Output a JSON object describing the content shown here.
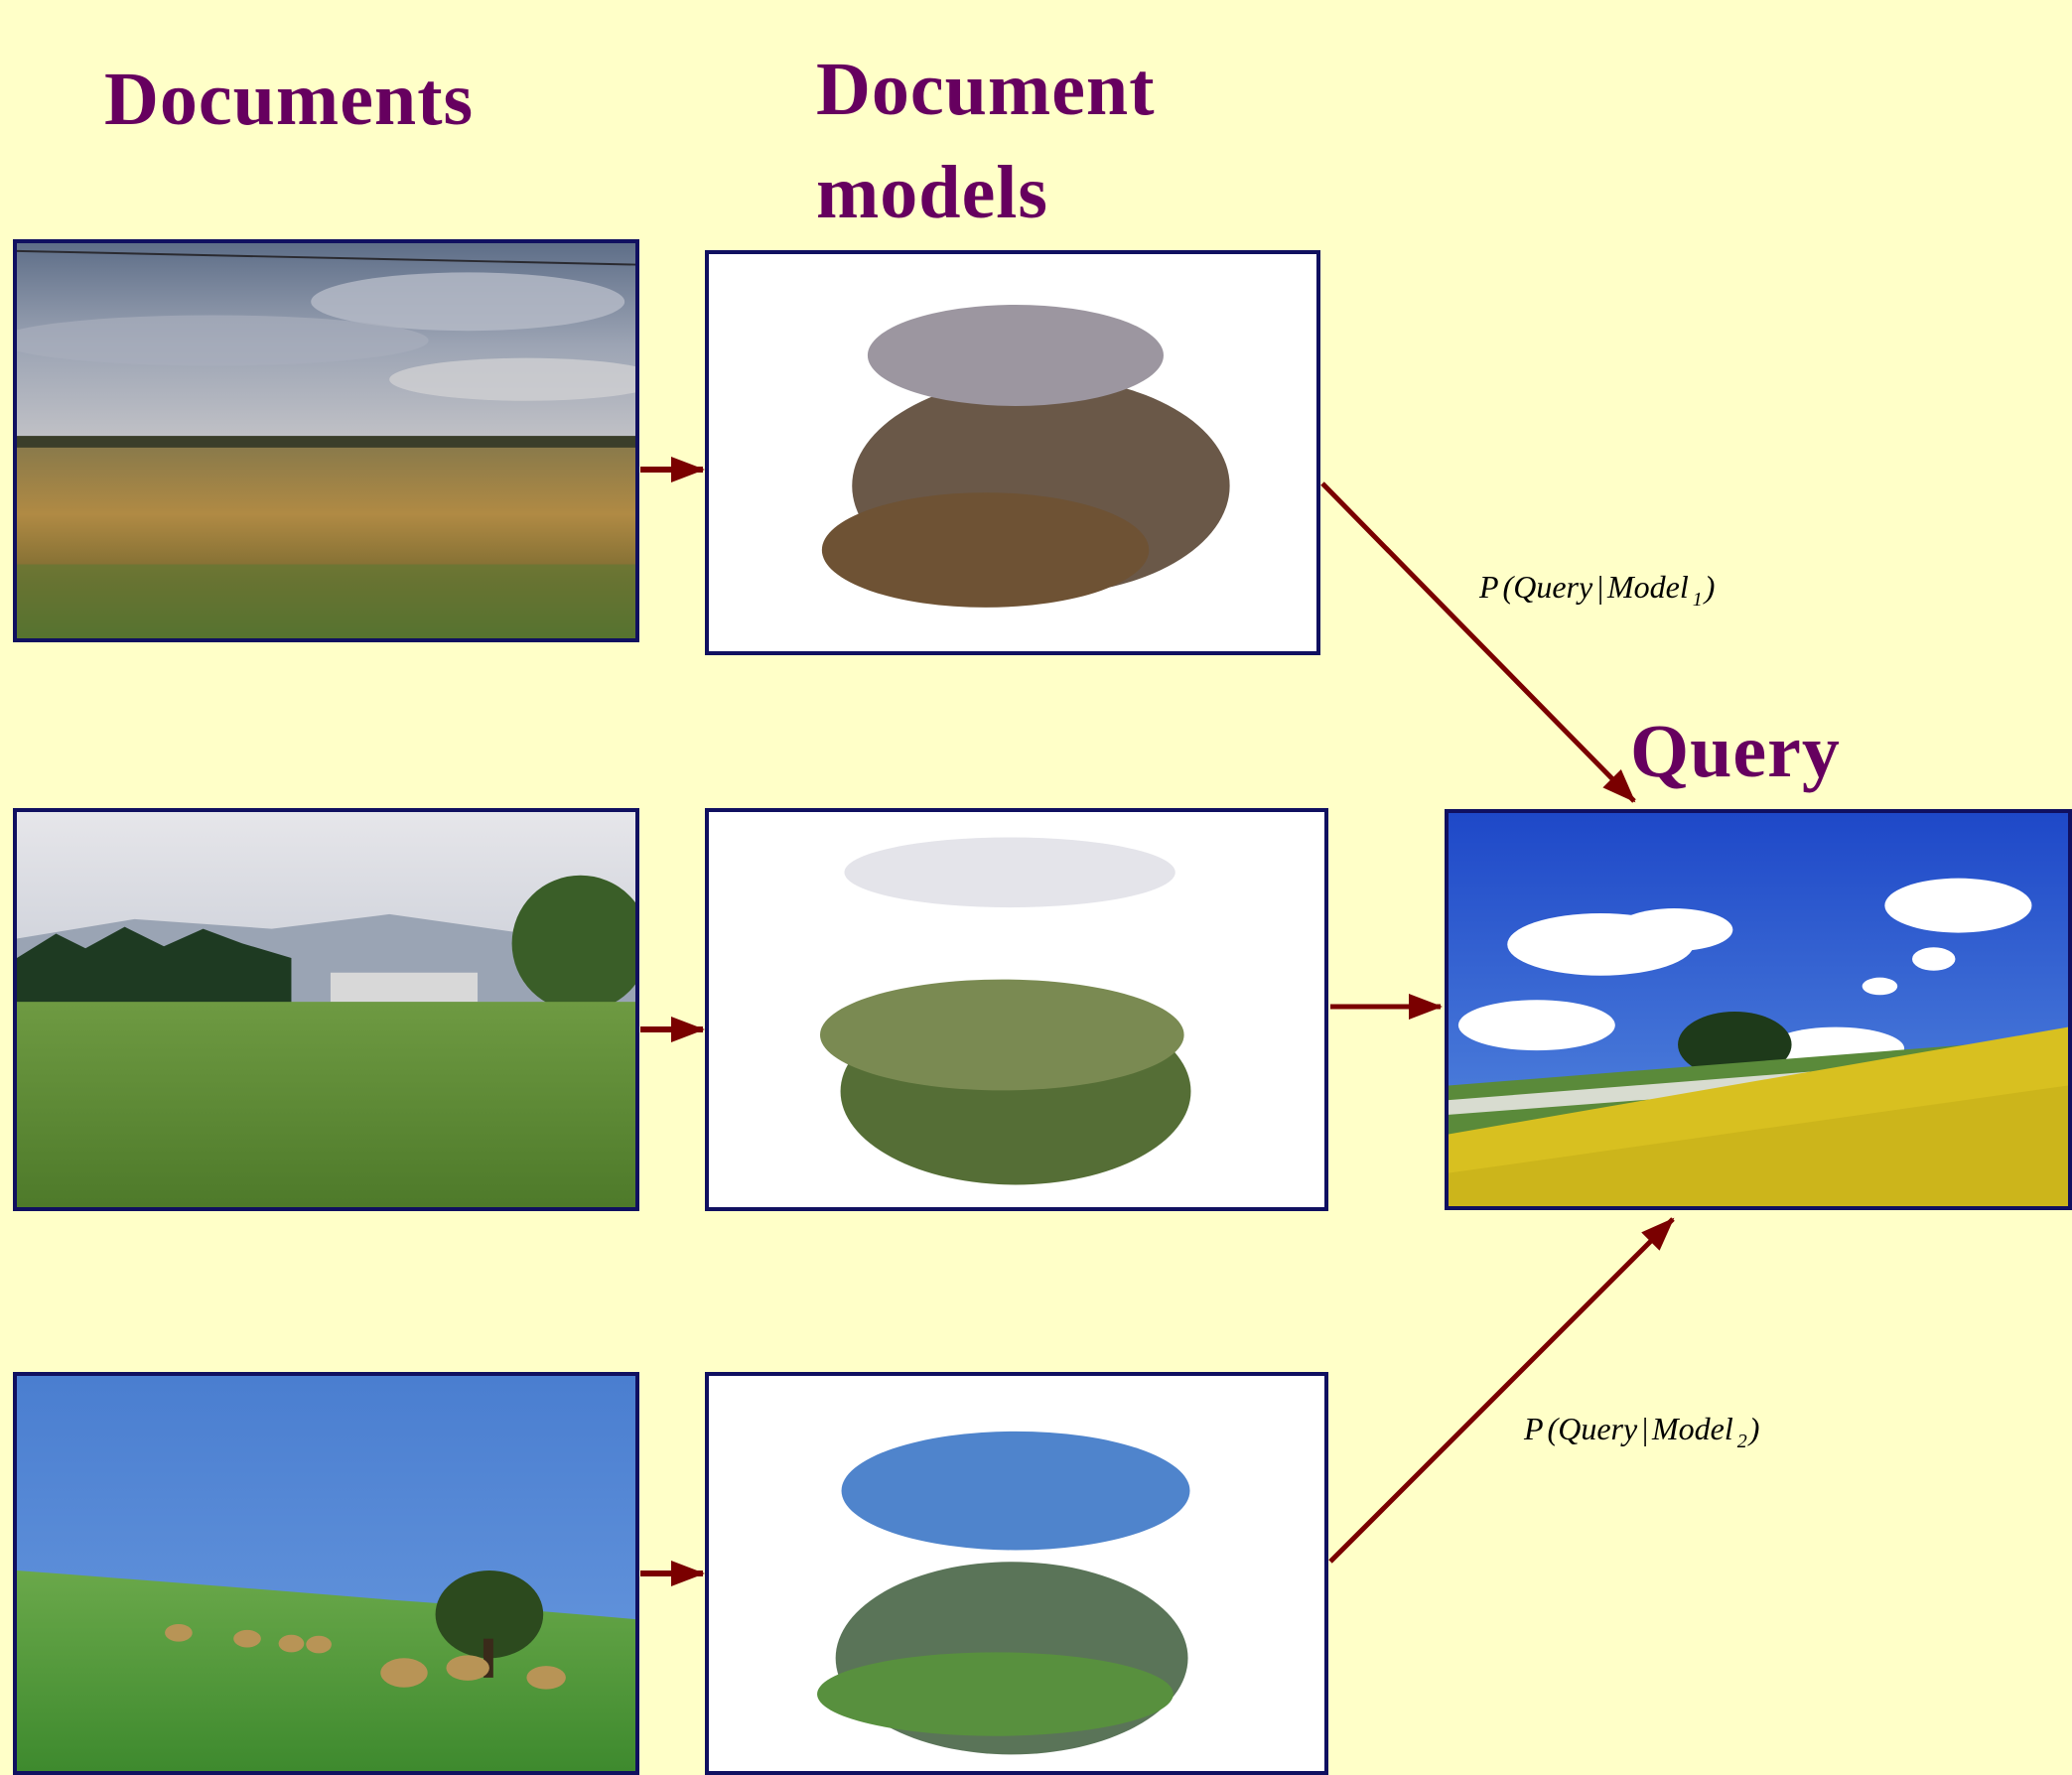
{
  "headings": {
    "documents": "Documents",
    "document_models": "Document models",
    "query": "Query"
  },
  "formulas": {
    "model1": {
      "prefix": "P",
      "open": "(",
      "query": "Query",
      "bar": "|",
      "model": "Model",
      "subscript": "1",
      "close": ")"
    },
    "model2": {
      "prefix": "P",
      "open": "(",
      "query": "Query",
      "bar": "|",
      "model": "Model",
      "subscript": "2",
      "close": ")"
    }
  },
  "images": [
    {
      "name": "document-photo-1",
      "subject": "dry grassland under a cloudy grey sky"
    },
    {
      "name": "document-photo-2",
      "subject": "green lawn field with trees and houses"
    },
    {
      "name": "document-photo-3",
      "subject": "green hillside with hay bales and a tree under blue sky"
    },
    {
      "name": "query-photo",
      "subject": "yellow rapeseed field with trees under blue sky with clouds"
    }
  ],
  "model_colors": {
    "model1": [
      "#9C96A0",
      "#6A5848",
      "#6E5234"
    ],
    "model2": [
      "#E4E4EA",
      "#7A8A52",
      "#556E36"
    ],
    "model3": [
      "#4F84CC",
      "#5A7458",
      "#58903E"
    ]
  },
  "colors": {
    "background": "#FFFFC8",
    "heading": "#66005F",
    "frame": "#101060",
    "arrow": "#7A0000"
  }
}
